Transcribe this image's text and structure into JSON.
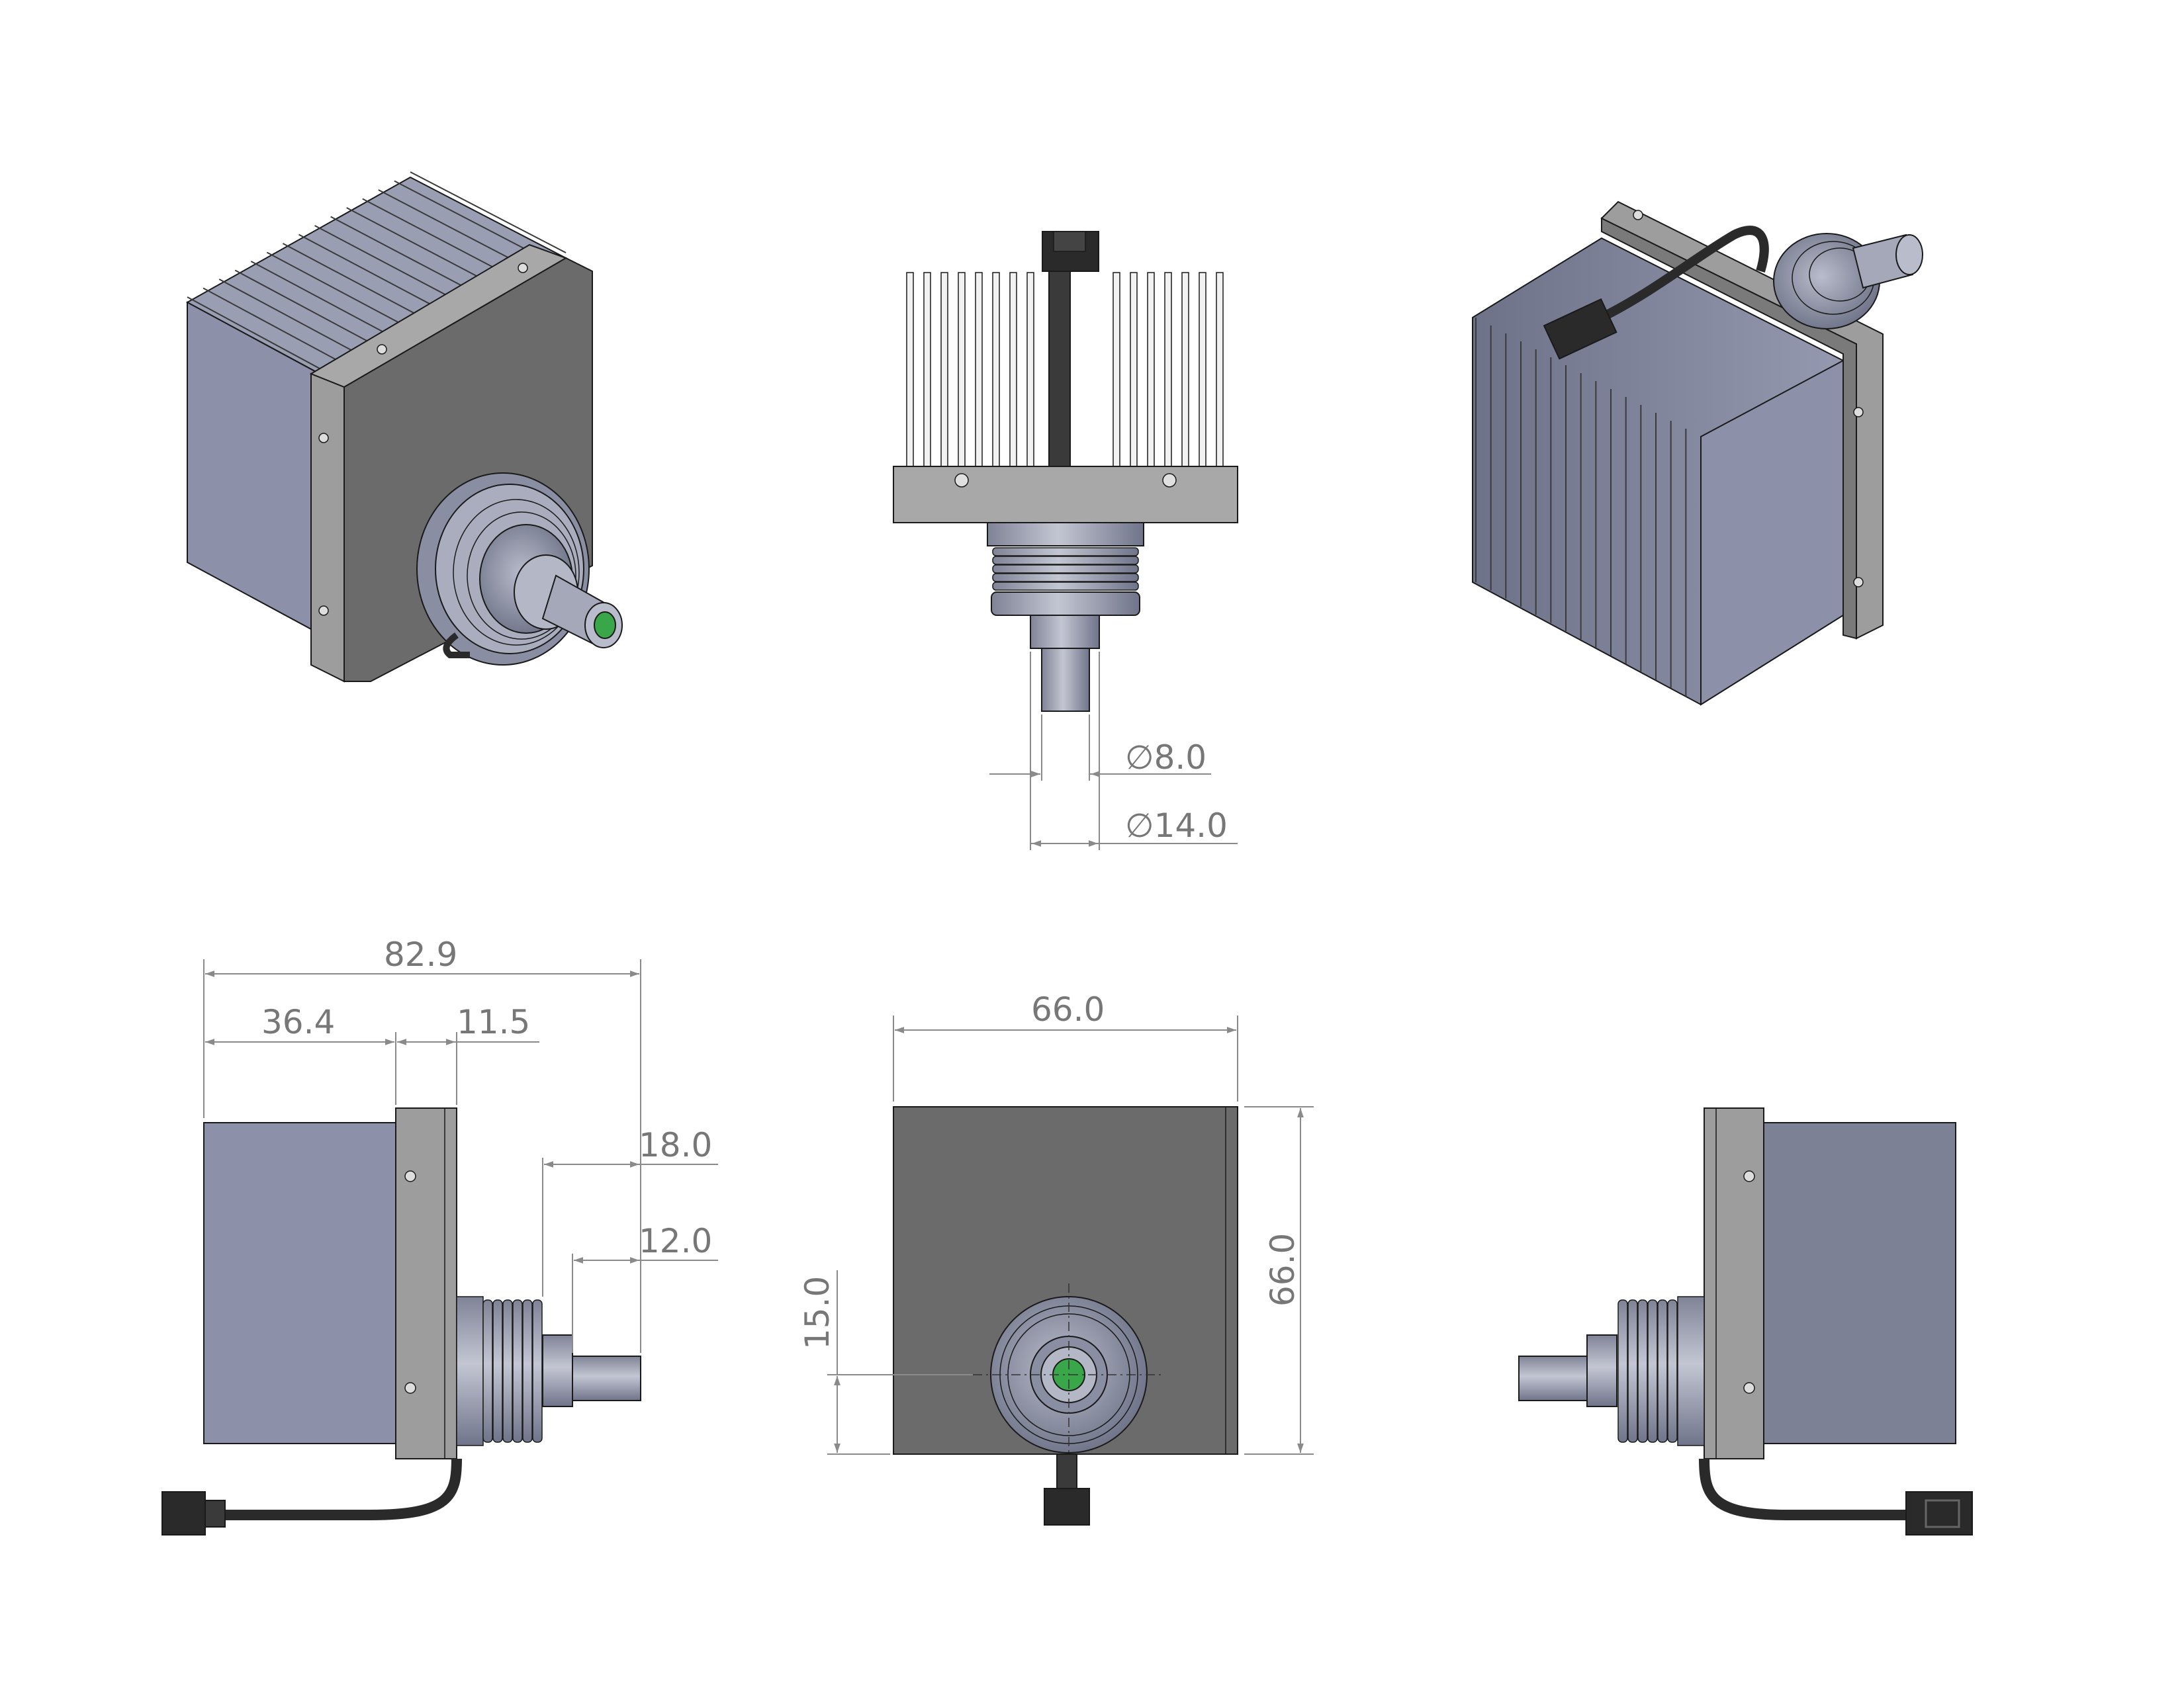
{
  "dimensions": {
    "shaft_diameter": "8.0",
    "nut_diameter": "14.0",
    "total_length": "82.9",
    "heatsink_length": "36.4",
    "plate_thickness": "11.5",
    "nut_protrusion": "18.0",
    "shaft_protrusion": "12.0",
    "front_width": "66.0",
    "front_height": "66.0",
    "port_offset": "15.0",
    "diameter_symbol": "∅"
  },
  "colors": {
    "heatsink": "#8c90a8",
    "plate": "#9d9d9d",
    "plate_face": "#6b6b6b",
    "fitting": "#a4a8b8",
    "cable": "#2a2a2a",
    "fiber_core": "#3aa64a",
    "dimension": "#8a8a8a"
  }
}
